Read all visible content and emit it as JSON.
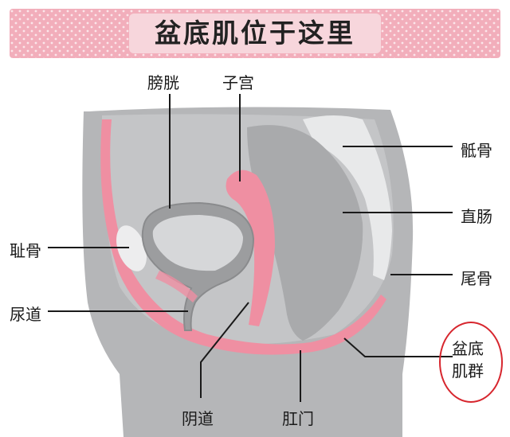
{
  "title": "盆底肌位于这里",
  "labels": {
    "bladder": "膀胱",
    "uterus": "子宫",
    "sacrum": "骶骨",
    "rectum": "直肠",
    "pubic_bone": "耻骨",
    "coccyx": "尾骨",
    "urethra": "尿道",
    "vagina": "阴道",
    "anus": "肛门",
    "pelvic_floor_line1": "盆底",
    "pelvic_floor_line2": "肌群"
  },
  "colors": {
    "banner_bg": "#f2aebb",
    "banner_inner": "#f7d6dc",
    "body_gray": "#b5b6b8",
    "organ_gray": "#cfd0d2",
    "muscle_pink": "#ef8fa2",
    "highlight_circle": "#d7262e"
  }
}
